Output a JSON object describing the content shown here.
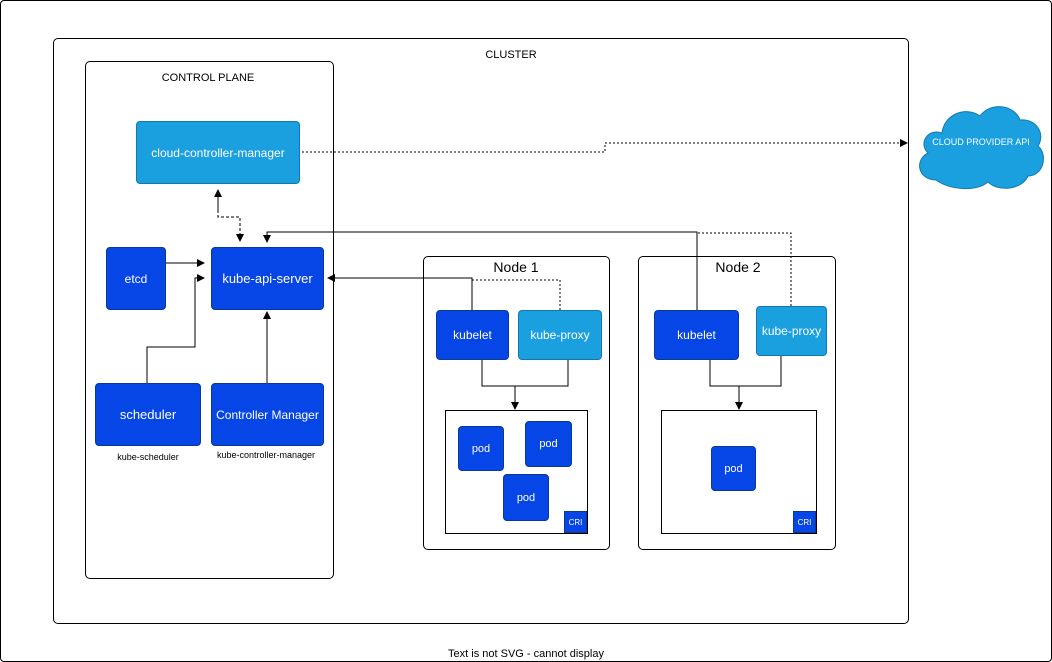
{
  "cluster": {
    "label": "CLUSTER"
  },
  "control_plane": {
    "label": "CONTROL PLANE",
    "cloud_controller_manager": "cloud-controller-manager",
    "etcd": "etcd",
    "kube_api_server": "kube-api-server",
    "scheduler": "scheduler",
    "scheduler_caption": "kube-scheduler",
    "controller_manager": "Controller Manager",
    "controller_manager_caption": "kube-controller-manager"
  },
  "cloud_provider": {
    "label": "CLOUD PROVIDER API"
  },
  "node1": {
    "label": "Node 1",
    "kubelet": "kubelet",
    "kube_proxy": "kube-proxy",
    "pods": [
      "pod",
      "pod",
      "pod"
    ],
    "cri": "CRI"
  },
  "node2": {
    "label": "Node 2",
    "kubelet": "kubelet",
    "kube_proxy": "kube-proxy",
    "pods": [
      "pod"
    ],
    "cri": "CRI"
  },
  "footer": {
    "text": "Text is not SVG - cannot display"
  },
  "colors": {
    "dark_blue": "#0645e6",
    "light_blue": "#1a9fdf",
    "cloud": "#1a9fdf"
  }
}
